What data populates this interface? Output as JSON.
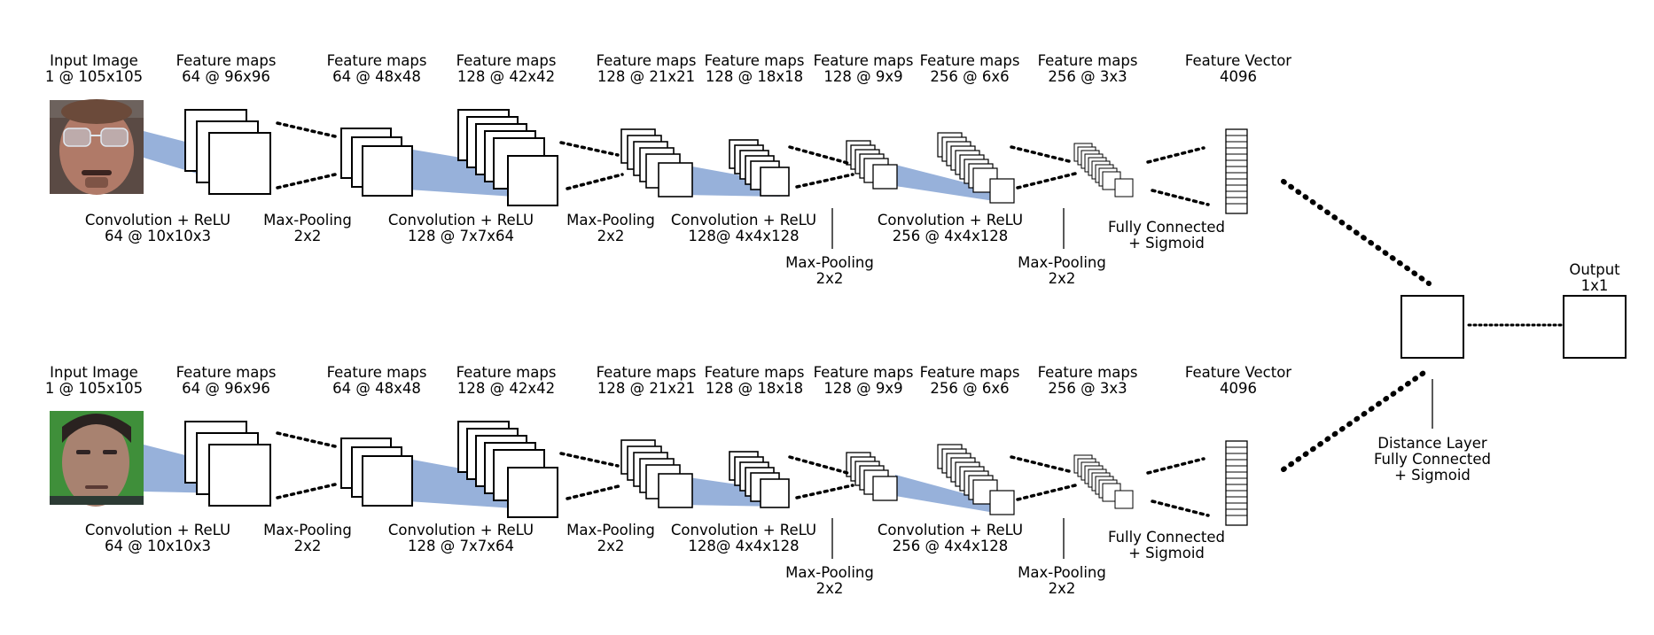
{
  "branches": [
    {
      "id": "top",
      "face": "face-photo-top",
      "headers": [
        {
          "title": "Input Image",
          "sub": "1 @ 105x105"
        },
        {
          "title": "Feature maps",
          "sub": "64 @ 96x96"
        },
        {
          "title": "Feature maps",
          "sub": "64 @ 48x48"
        },
        {
          "title": "Feature maps",
          "sub": "128 @ 42x42"
        },
        {
          "title": "Feature maps",
          "sub": "128 @ 21x21"
        },
        {
          "title": "Feature maps",
          "sub": "128 @ 18x18"
        },
        {
          "title": "Feature maps",
          "sub": "128 @ 9x9"
        },
        {
          "title": "Feature maps",
          "sub": "256 @ 6x6"
        },
        {
          "title": "Feature maps",
          "sub": "256 @ 3x3"
        },
        {
          "title": "Feature Vector",
          "sub": "4096"
        }
      ],
      "ops_upper": [
        {
          "l1": "Convolution + ReLU",
          "l2": "64 @ 10x10x3"
        },
        {
          "l1": "Max-Pooling",
          "l2": "2x2"
        },
        {
          "l1": "Convolution + ReLU",
          "l2": "128 @ 7x7x64"
        },
        {
          "l1": "Max-Pooling",
          "l2": "2x2"
        },
        {
          "l1": "Convolution + ReLU",
          "l2": "128@ 4x4x128"
        },
        {
          "l1": "Convolution + ReLU",
          "l2": "256 @ 4x4x128"
        },
        {
          "l1": "Fully Connected",
          "l2": "+ Sigmoid"
        }
      ],
      "ops_lower": [
        {
          "l1": "Max-Pooling",
          "l2": "2x2"
        },
        {
          "l1": "Max-Pooling",
          "l2": "2x2"
        }
      ]
    },
    {
      "id": "bottom",
      "face": "face-photo-bottom",
      "headers": [
        {
          "title": "Input Image",
          "sub": "1 @ 105x105"
        },
        {
          "title": "Feature maps",
          "sub": "64 @ 96x96"
        },
        {
          "title": "Feature maps",
          "sub": "64 @ 48x48"
        },
        {
          "title": "Feature maps",
          "sub": "128 @ 42x42"
        },
        {
          "title": "Feature maps",
          "sub": "128 @ 21x21"
        },
        {
          "title": "Feature maps",
          "sub": "128 @ 18x18"
        },
        {
          "title": "Feature maps",
          "sub": "128 @ 9x9"
        },
        {
          "title": "Feature maps",
          "sub": "256 @ 6x6"
        },
        {
          "title": "Feature maps",
          "sub": "256 @ 3x3"
        },
        {
          "title": "Feature Vector",
          "sub": "4096"
        }
      ],
      "ops_upper": [
        {
          "l1": "Convolution + ReLU",
          "l2": "64 @ 10x10x3"
        },
        {
          "l1": "Max-Pooling",
          "l2": "2x2"
        },
        {
          "l1": "Convolution + ReLU",
          "l2": "128 @ 7x7x64"
        },
        {
          "l1": "Max-Pooling",
          "l2": "2x2"
        },
        {
          "l1": "Convolution + ReLU",
          "l2": "128@ 4x4x128"
        },
        {
          "l1": "Convolution + ReLU",
          "l2": "256 @ 4x4x128"
        },
        {
          "l1": "Fully Connected",
          "l2": "+ Sigmoid"
        }
      ],
      "ops_lower": [
        {
          "l1": "Max-Pooling",
          "l2": "2x2"
        },
        {
          "l1": "Max-Pooling",
          "l2": "2x2"
        }
      ]
    }
  ],
  "distance_layer": {
    "l1": "Distance Layer",
    "l2": "Fully Connected",
    "l3": "+ Sigmoid"
  },
  "output": {
    "title": "Output",
    "sub": "1x1"
  },
  "colors": {
    "projection": "#7a9bd0",
    "line": "#000000",
    "skin_top": "#b07a68",
    "skin_bottom": "#a88270",
    "background_bottom_face": "#3f8f3a"
  }
}
